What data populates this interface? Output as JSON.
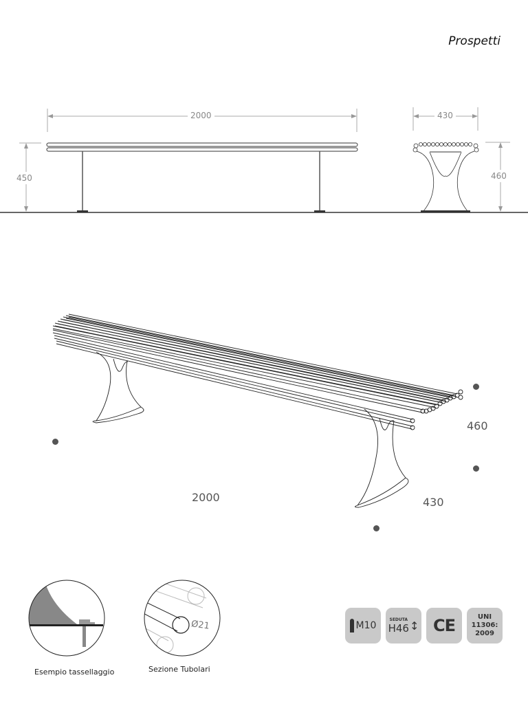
{
  "header": {
    "title": "Prospetti"
  },
  "front_view": {
    "width_label": "2000",
    "height_label": "450"
  },
  "side_view": {
    "width_label": "430",
    "height_label": "460"
  },
  "isometric_view": {
    "length_label": "2000",
    "height_label": "460",
    "depth_label": "430"
  },
  "details": [
    {
      "caption": "Esempio tassellaggio"
    },
    {
      "caption": "Sezione Tubolari",
      "diameter_label": "Ø21"
    }
  ],
  "badges": [
    {
      "icon": "bolt-icon",
      "label": "M10"
    },
    {
      "icon": "seat-height-icon",
      "small_label": "SEDUTA",
      "label": "H46"
    },
    {
      "icon": "ce-mark-icon",
      "label": "CE"
    },
    {
      "icon": "standard-icon",
      "lines": [
        "UNI",
        "11306:",
        "2009"
      ]
    }
  ],
  "colors": {
    "dimension_line": "#999999",
    "badge_bg": "#c9c9c9",
    "drawing_line": "#333333"
  }
}
